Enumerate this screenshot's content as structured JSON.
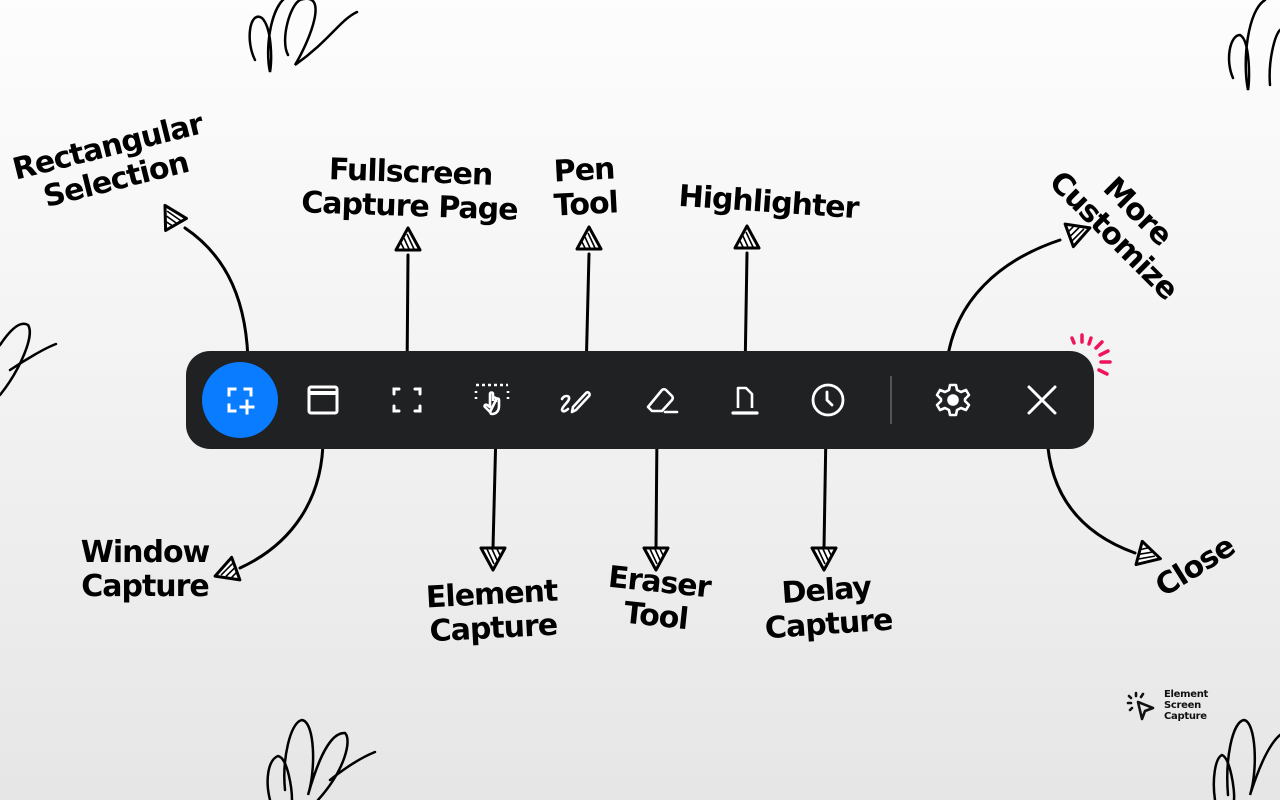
{
  "toolbar": {
    "background": "#202123",
    "accent": "#0a7cff",
    "tools": [
      {
        "id": "rectangular-selection",
        "icon": "rectangle-select-plus-icon",
        "active": true
      },
      {
        "id": "window-capture",
        "icon": "window-icon",
        "active": false
      },
      {
        "id": "fullscreen-capture",
        "icon": "fullscreen-corners-icon",
        "active": false
      },
      {
        "id": "element-capture",
        "icon": "element-pointer-hand-icon",
        "active": false
      },
      {
        "id": "pen-tool",
        "icon": "pen-icon",
        "active": false
      },
      {
        "id": "eraser-tool",
        "icon": "eraser-icon",
        "active": false
      },
      {
        "id": "highlighter",
        "icon": "highlighter-icon",
        "active": false
      },
      {
        "id": "delay-capture",
        "icon": "clock-icon",
        "active": false
      },
      {
        "id": "more-customize",
        "icon": "gear-icon",
        "active": false
      },
      {
        "id": "close",
        "icon": "close-icon",
        "active": false
      }
    ]
  },
  "annotations": {
    "rectangular_selection": "Rectangular\nSelection",
    "window_capture": "Window\nCapture",
    "fullscreen_capture": "Fullscreen\nCapture Page",
    "element_capture": "Element\nCapture",
    "pen_tool": "Pen\nTool",
    "eraser_tool": "Eraser\nTool",
    "highlighter": "Highlighter",
    "delay_capture": "Delay\nCapture",
    "more_customize": "More\nCustomize",
    "close": "Close"
  },
  "brand": {
    "name": "Element\nScreen\nCapture"
  },
  "colors": {
    "sparkle": "#f0145a",
    "ink": "#000000"
  }
}
